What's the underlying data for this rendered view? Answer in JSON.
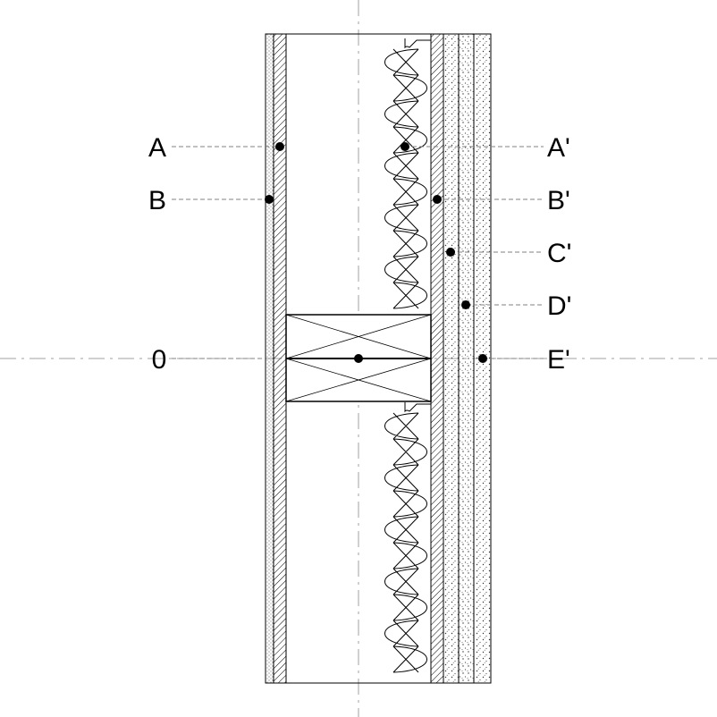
{
  "labels": {
    "left": [
      {
        "key": "a",
        "text": "A"
      },
      {
        "key": "b",
        "text": "B"
      },
      {
        "key": "zero",
        "text": "0"
      }
    ],
    "right": [
      {
        "key": "a_prime",
        "text": "A'"
      },
      {
        "key": "b_prime",
        "text": "B'"
      },
      {
        "key": "c_prime",
        "text": "C'"
      },
      {
        "key": "d_prime",
        "text": "D'"
      },
      {
        "key": "e_prime",
        "text": "E'"
      }
    ]
  },
  "colors": {
    "line": "#000000",
    "leader": "#808080",
    "centerline": "#a0a0a0",
    "background": "#ffffff"
  }
}
